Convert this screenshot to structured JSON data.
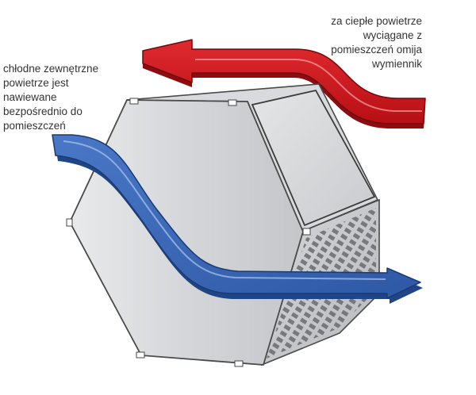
{
  "labels": {
    "cold_air": {
      "lines": [
        "chłodne zewnętrzne",
        "powietrze jest",
        "nawiewane",
        "bezpośrednio do",
        "pomieszczeń"
      ]
    },
    "warm_air": {
      "lines": [
        "za ciepłe powietrze",
        "wyciągane z",
        "pomieszczeń omija",
        "wymiennik"
      ]
    }
  },
  "colors": {
    "cold_arrow": "#3a66b5",
    "warm_arrow": "#d0161d",
    "exchanger_body": "#cfd1d4",
    "exchanger_outline": "#4a4a4a"
  },
  "icons": {
    "exchanger": "heat-exchanger-icon",
    "cold_flow": "arrow-right-icon",
    "warm_flow": "arrow-left-icon"
  }
}
